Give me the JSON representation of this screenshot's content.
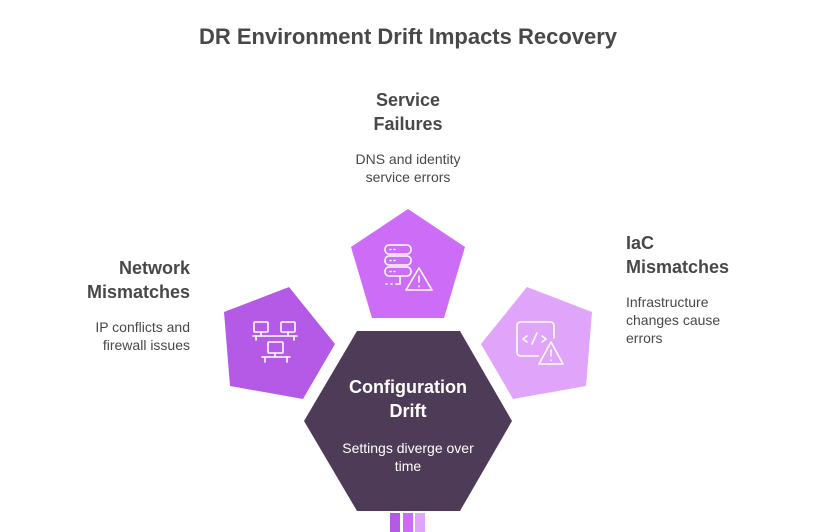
{
  "title": "DR Environment Drift Impacts Recovery",
  "colors": {
    "center": "#4e3b57",
    "service": "#cc6cf7",
    "network": "#b55ae6",
    "iac": "#e0a5fb",
    "text": "#484848"
  },
  "center": {
    "title_line1": "Configuration",
    "title_line2": "Drift",
    "desc_line1": "Settings diverge over",
    "desc_line2": "time"
  },
  "nodes": {
    "service": {
      "title_line1": "Service",
      "title_line2": "Failures",
      "desc_line1": "DNS and identity",
      "desc_line2": "service errors",
      "icon": "server-warning-icon"
    },
    "network": {
      "title_line1": "Network",
      "title_line2": "Mismatches",
      "desc_line1": "IP conflicts and",
      "desc_line2": "firewall issues",
      "icon": "network-computers-icon"
    },
    "iac": {
      "title_line1": "IaC",
      "title_line2": "Mismatches",
      "desc_line1": "Infrastructure",
      "desc_line2": "changes cause",
      "desc_line3": "errors",
      "icon": "code-warning-icon"
    }
  }
}
